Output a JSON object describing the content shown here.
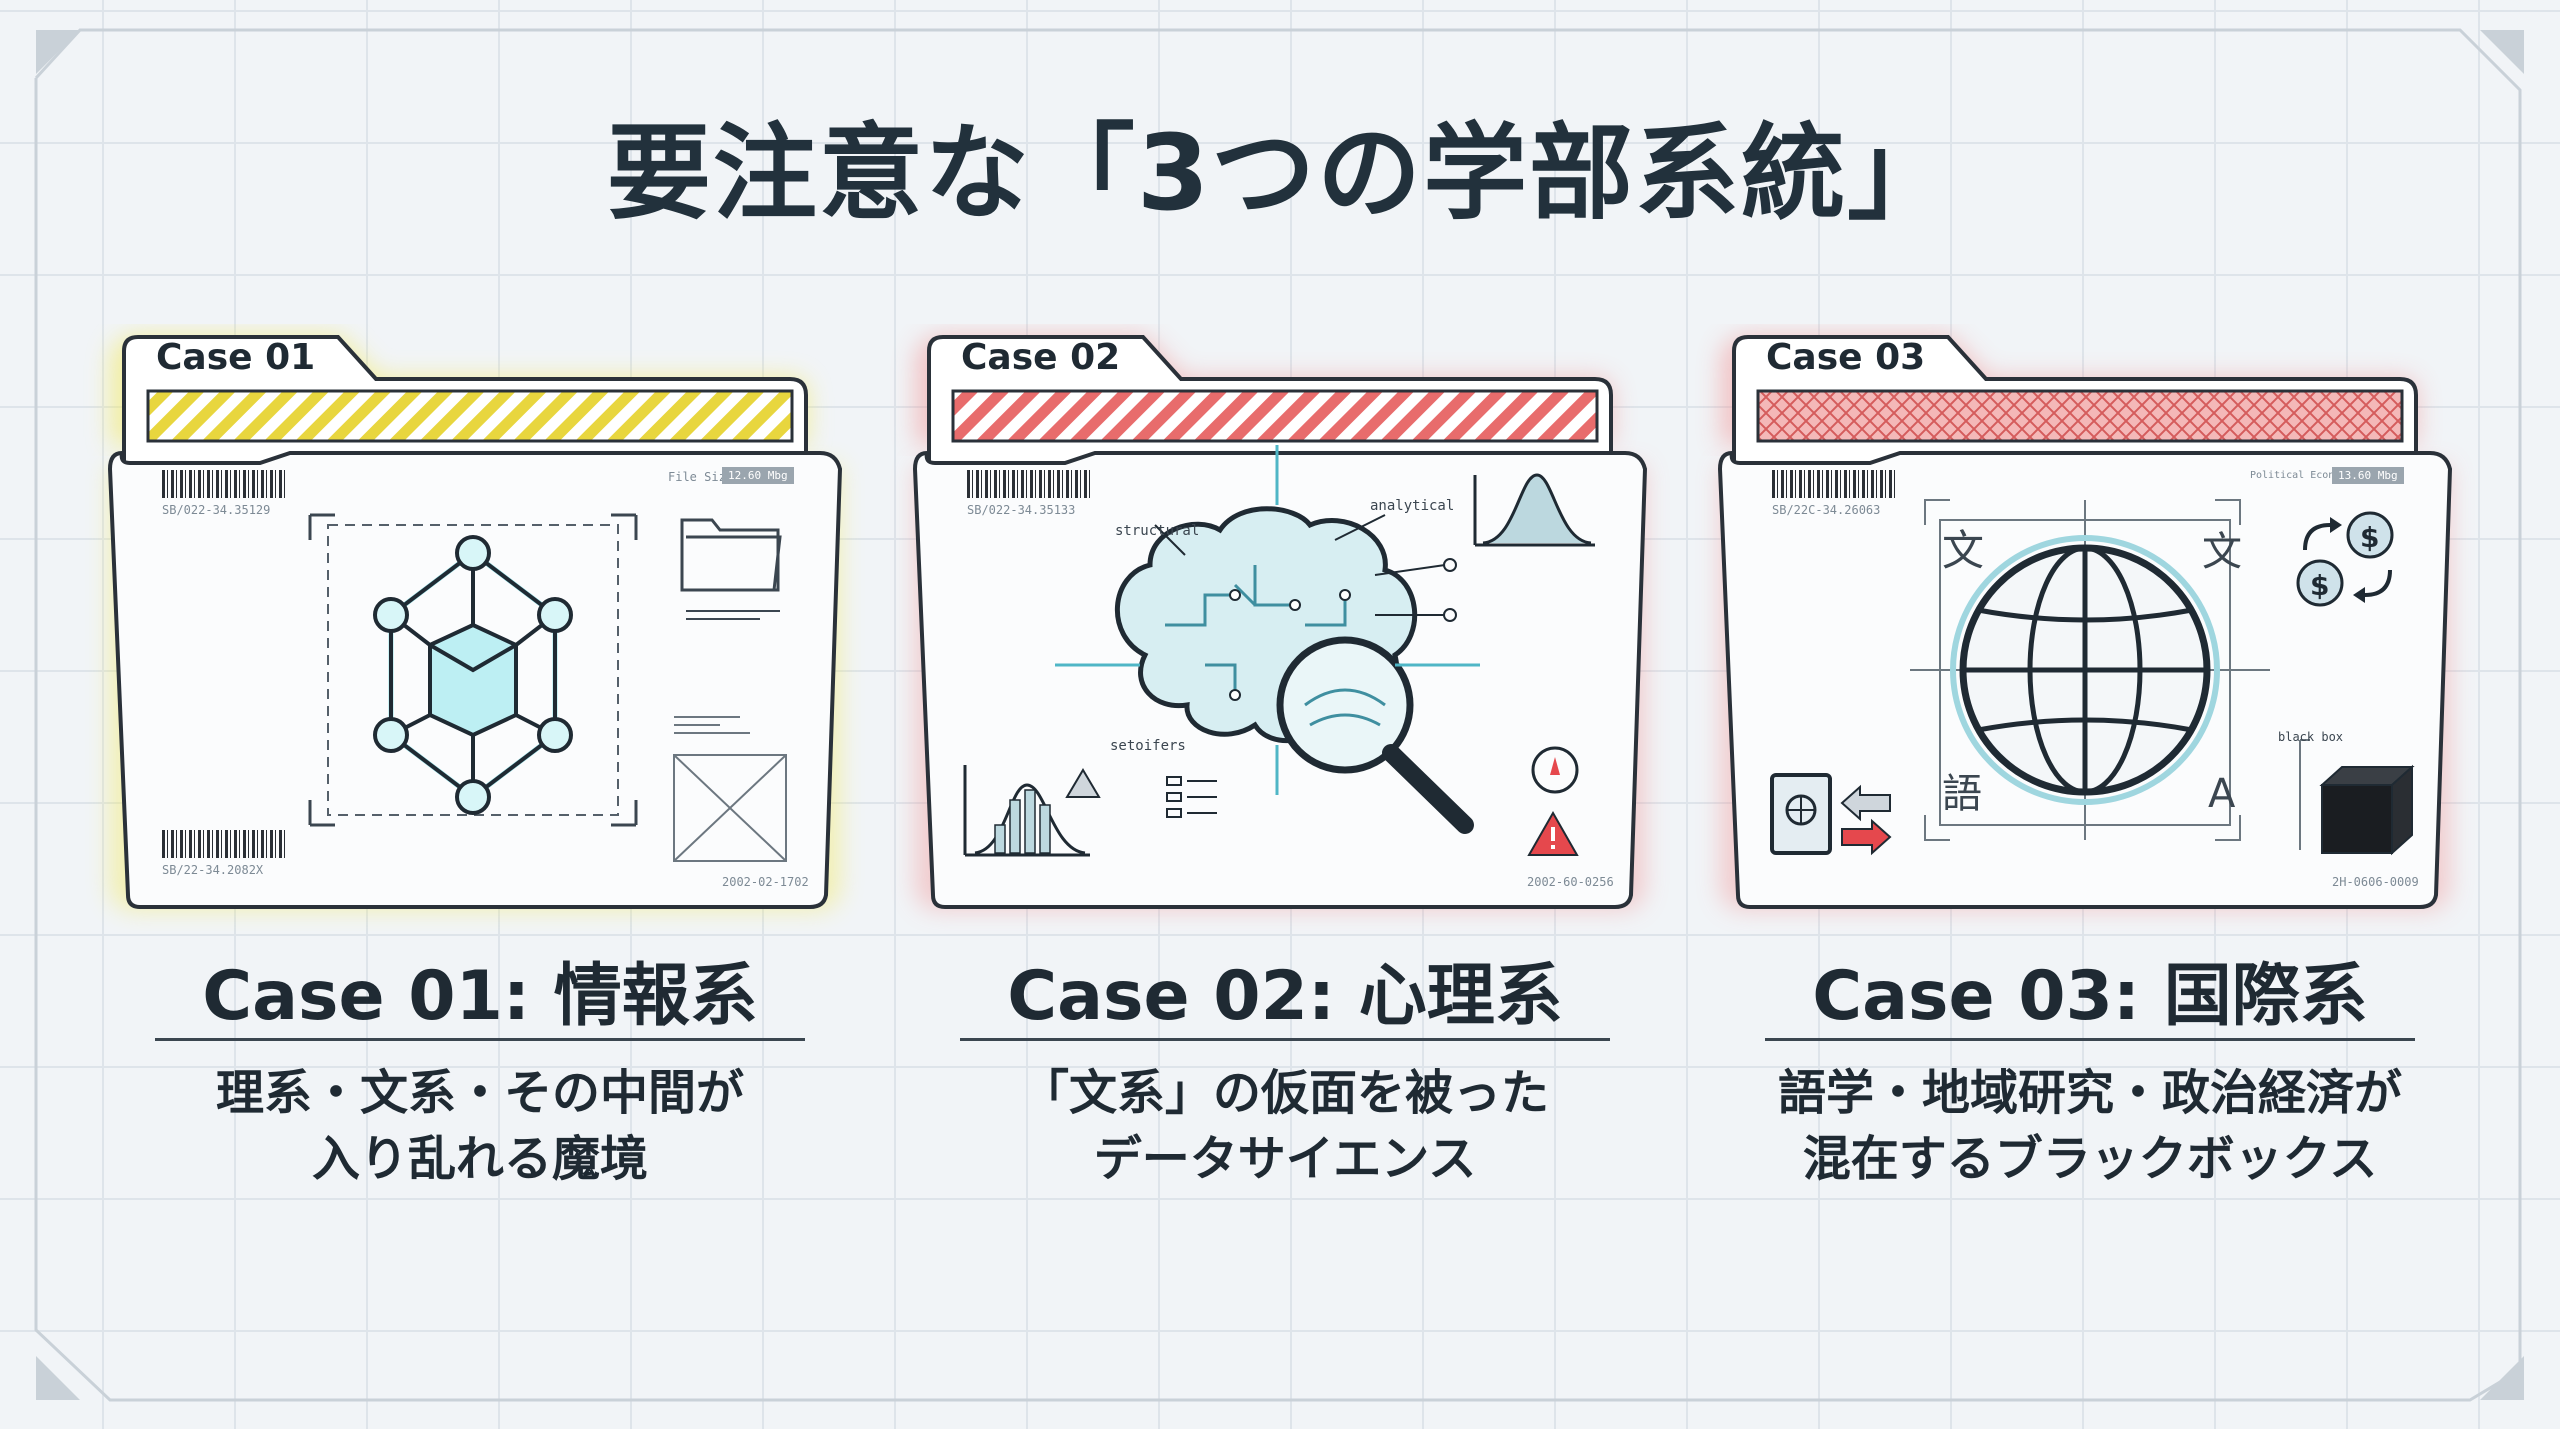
{
  "title": "要注意な「3つの学部系統」",
  "cases": [
    {
      "tab": "Case 01",
      "title": "Case 01: 情報系",
      "desc": [
        "理系・文系・その中間が",
        "入り乱れる魔境"
      ],
      "glow": "#f3ea5c",
      "stripe": "#e9d842",
      "meta_label": "File Size",
      "meta_value": "12.60 Mbg",
      "id_top": "SB/022-34.35129",
      "id_bottom": "SB/22-34.2082X",
      "date": "2002-02-1702",
      "icon": "network-cube-icon"
    },
    {
      "tab": "Case 02",
      "title": "Case 02: 心理系",
      "desc": [
        "「文系」の仮面を被った",
        "データサイエンス"
      ],
      "glow": "#f28a8a",
      "stripe": "#e66b6b",
      "label_structural": "structural",
      "label_analytical": "analytical",
      "label_side": "setoifers",
      "id_top": "SB/022-34.35133",
      "date": "2002-60-0256",
      "icon": "brain-magnifier-icon"
    },
    {
      "tab": "Case 03",
      "title": "Case 03: 国際系",
      "desc": [
        "語学・地域研究・政治経済が",
        "混在するブラックボックス"
      ],
      "glow": "#f28a8a",
      "stripe": "#e07575",
      "meta_label": "Political Economy",
      "meta_value": "13.60 Mbg",
      "black_box_label": "black box",
      "id_top": "SB/22C-34.26063",
      "date": "2H-0606-0009",
      "icon": "globe-icon"
    }
  ]
}
